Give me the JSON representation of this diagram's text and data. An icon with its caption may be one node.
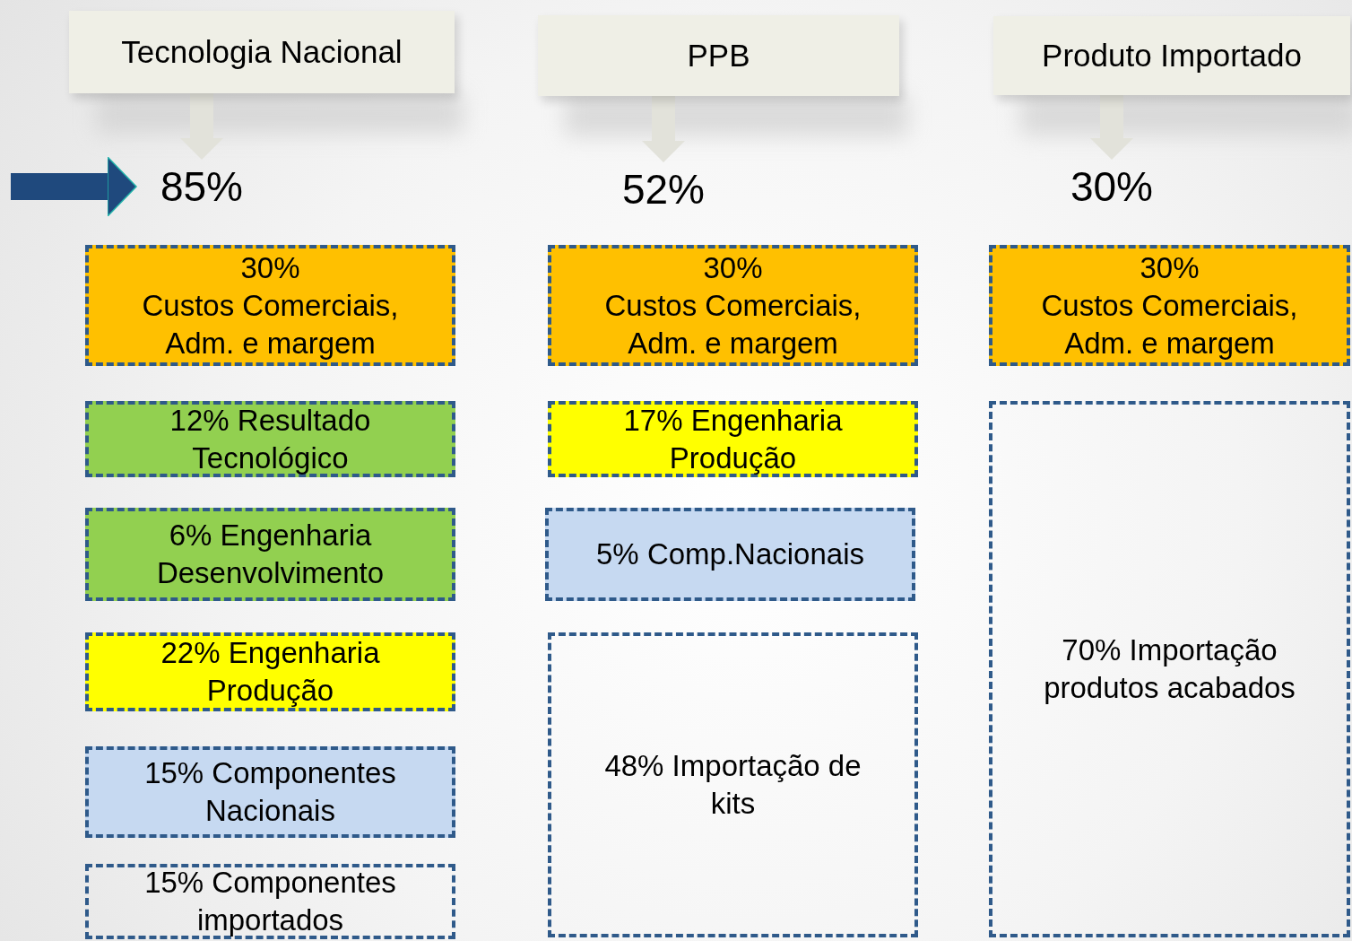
{
  "diagram": {
    "nodes": [
      {
        "text": [
          "Tecnologia Nacional"
        ]
      },
      {
        "text": [
          "PPB"
        ]
      },
      {
        "text": [
          "Produto Importado"
        ]
      },
      {
        "text": [
          "85%"
        ]
      },
      {
        "text": [
          "52%"
        ]
      },
      {
        "text": [
          "30%"
        ]
      },
      {
        "text": [
          "30%",
          "Custos Comerciais, Adm. e margem"
        ]
      },
      {
        "text": [
          "12% Resultado Tecnológico"
        ]
      },
      {
        "text": [
          "6% Engenharia Desenvolvimento"
        ]
      },
      {
        "text": [
          "22% Engenharia Produção"
        ]
      },
      {
        "text": [
          "15% Componentes Nacionais"
        ]
      },
      {
        "text": [
          "15% Componentes importados"
        ]
      },
      {
        "text": [
          "30%",
          "Custos Comerciais, Adm. e margem"
        ]
      },
      {
        "text": [
          "17% Engenharia Produção"
        ]
      },
      {
        "text": [
          "5% Comp.Nacionais"
        ]
      },
      {
        "text": [
          "48% Importação de kits"
        ]
      },
      {
        "text": [
          "30%",
          "Custos Comerciais, Adm. e margem"
        ]
      },
      {
        "text": [
          "70% Importação produtos acabados"
        ]
      }
    ],
    "edges": [
      {
        "from": null,
        "to": 3,
        "arrow": "to"
      },
      {
        "from": 0,
        "to": 3,
        "arrow": "to",
        "color": "#e2e2da"
      },
      {
        "from": 1,
        "to": 4,
        "arrow": "to",
        "color": "#e2e2da"
      },
      {
        "from": 2,
        "to": 5,
        "arrow": "to",
        "color": "#e2e2da"
      }
    ]
  }
}
